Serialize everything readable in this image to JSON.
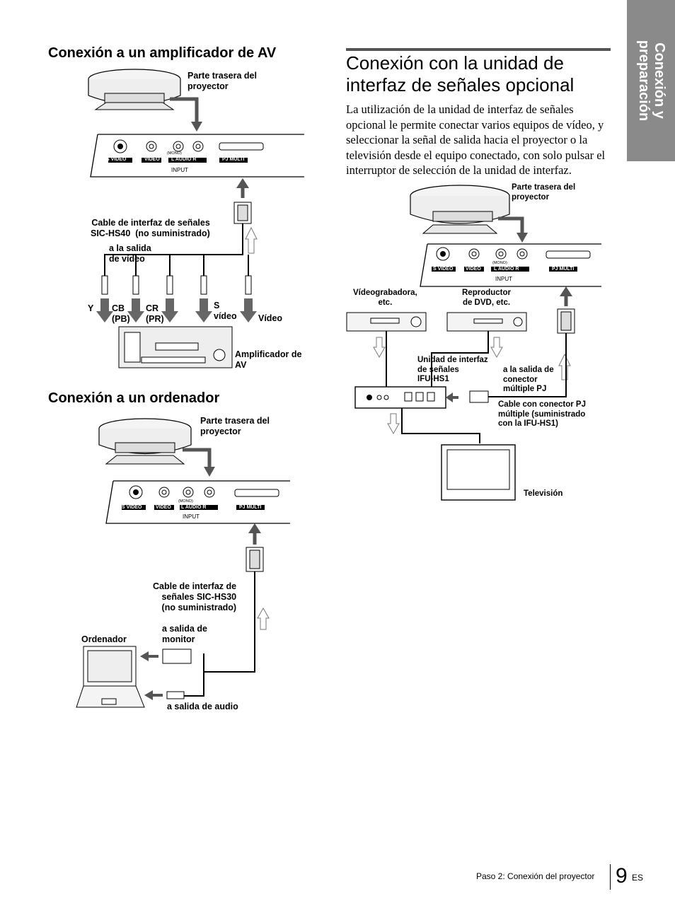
{
  "side_tab": {
    "line1": "Conexión y",
    "line2": "preparación"
  },
  "left": {
    "av_heading": "Conexión a un amplificador de AV",
    "av_rear_label": "Parte trasera del\nproyector",
    "av_cable_label": "Cable de interfaz de señales\nSIC-HS40  (no suministrado)",
    "av_video_out": "a la salida\nde vídeo",
    "av_y": "Y",
    "av_cb": "CB\n(PB)",
    "av_cr": "CR\n(PR)",
    "av_svideo": "S\nvídeo",
    "av_video": "Vídeo",
    "av_amp": "Amplificador de\nAV",
    "pc_heading": "Conexión a un ordenador",
    "pc_rear_label": "Parte trasera del\nproyector",
    "pc_cable_label": "Cable de interfaz de\nseñales SIC-HS30\n(no suministrado)",
    "pc_monitor_out": "a salida de\nmonitor",
    "pc_computer": "Ordenador",
    "pc_audio_out": "a salida de audio"
  },
  "panel": {
    "svideo": "S VIDEO",
    "video": "VIDEO",
    "audio": "L  AUDIO  R",
    "mono": "(MONO)",
    "pjmulti": "PJ MULTI",
    "input": "INPUT"
  },
  "right": {
    "heading_line1": "Conexión con la unidad de",
    "heading_line2": "interfaz de señales opcional",
    "paragraph": "La utilización de la unidad de interfaz de señales opcional le permite conectar varios equipos de vídeo, y seleccionar la señal de salida hacia el proyector o la televisión desde el equipo conectado, con solo pulsar el interruptor de selección de la unidad de interfaz.",
    "rear_label": "Parte trasera del\nproyector",
    "vcr_label": "Vídeograbadora,\netc.",
    "dvd_label": "Reproductor\nde DVD, etc.",
    "ifu_label": "Unidad de interfaz\nde señales\nIFU-HS1",
    "pj_out_label": "a la salida de\nconector\nmúltiple PJ",
    "pj_cable_label": "Cable con conector PJ\nmúltiple (suministrado\ncon la IFU-HS1)",
    "tv_label": "Televisión"
  },
  "footer": {
    "section": "Paso 2: Conexión del proyector",
    "page": "9",
    "lang": "ES"
  }
}
